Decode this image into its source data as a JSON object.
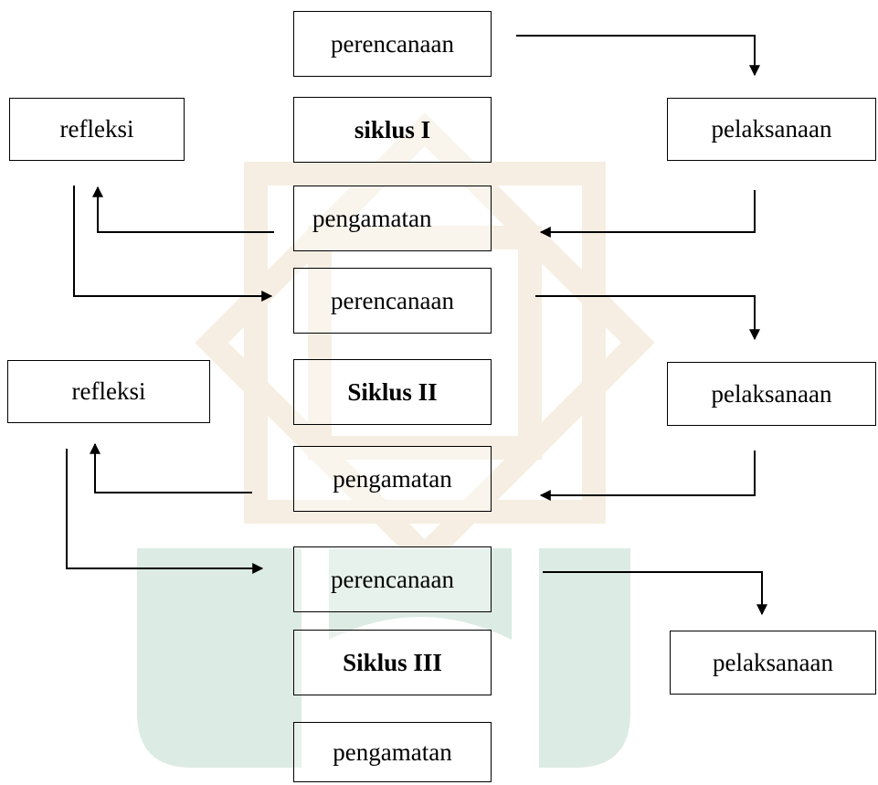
{
  "nodes": {
    "c1_plan": "perencanaan",
    "c1_title": "siklus I",
    "c1_reflect": "refleksi",
    "c1_act": "pelaksanaan",
    "c1_observe": "pengamatan",
    "c2_plan": "perencanaan",
    "c2_title": "Siklus II",
    "c2_reflect": "refleksi",
    "c2_act": "pelaksanaan",
    "c2_observe": "pengamatan",
    "c3_plan": "perencanaan",
    "c3_title": "Siklus III",
    "c3_act": "pelaksanaan",
    "c3_observe": "pengamatan"
  },
  "colors": {
    "line": "#000000",
    "watermark_green": "#dcebe4",
    "watermark_tan": "#f6eee2"
  }
}
